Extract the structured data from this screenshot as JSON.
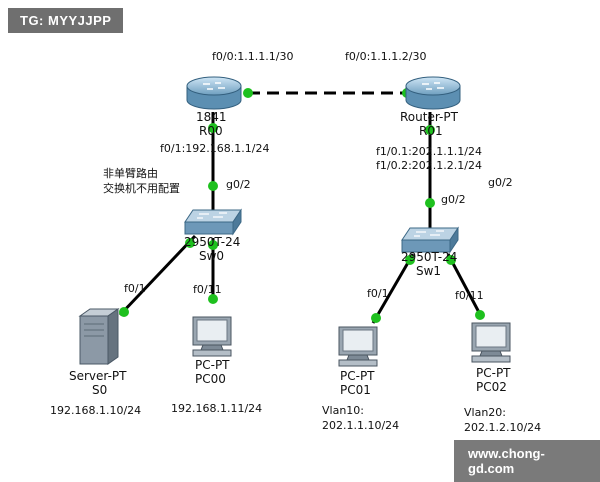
{
  "watermark_tag": "TG: MYYJJPP",
  "watermark_site": "www.chong-gd.com",
  "routers": {
    "r0": {
      "model": "1841",
      "name": "R00"
    },
    "r1": {
      "model": "Router-PT",
      "name": "R01"
    }
  },
  "switches": {
    "sw0": {
      "model": "2950T-24",
      "name": "Sw0"
    },
    "sw1": {
      "model": "2950T-24",
      "name": "Sw1"
    }
  },
  "hosts": {
    "s0": {
      "model": "Server-PT",
      "name": "S0",
      "ip": "192.168.1.10/24"
    },
    "pc00": {
      "model": "PC-PT",
      "name": "PC00",
      "ip": "192.168.1.11/24"
    },
    "pc01": {
      "model": "PC-PT",
      "name": "PC01",
      "vlan": "Vlan10:",
      "ip": "202.1.1.10/24"
    },
    "pc02": {
      "model": "PC-PT",
      "name": "PC02",
      "vlan": "Vlan20:",
      "ip": "202.1.2.10/24"
    }
  },
  "interfaces": {
    "r0_f00": "f0/0:1.1.1.1/30",
    "r1_f00": "f0/0:1.1.1.2/30",
    "r0_f01": "f0/1:192.168.1.1/24",
    "r1_f101": "f1/0.1:202.1.1.1/24",
    "r1_f102": "f1/0.2:202.1.2.1/24",
    "sw0_g02": "g0/2",
    "sw1_g02": "g0/2",
    "r1_g02": "g0/2",
    "sw0_f01": "f0/1",
    "sw0_f011": "f0/11",
    "sw1_f01": "f0/1",
    "sw1_f011": "f0/11"
  },
  "note": [
    "非单臂路由",
    "交换机不用配置"
  ]
}
